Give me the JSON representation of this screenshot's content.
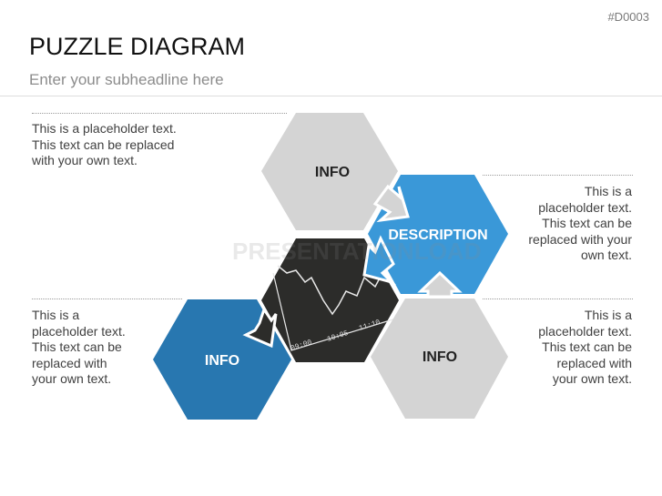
{
  "slide_code": "#D0003",
  "title": "PUZZLE DIAGRAM",
  "subheadline": "Enter your subheadline here",
  "watermark": "PRESENTATIONLOAD",
  "hexes": {
    "top": "INFO",
    "description": "DESCRIPTION",
    "left": "INFO",
    "bottom": "INFO"
  },
  "chart_times": [
    "09:00",
    "10:05",
    "11:10"
  ],
  "texts": {
    "top_left": [
      "This is a placeholder text.",
      "This text can be replaced",
      "with your own text."
    ],
    "top_right": [
      "This is a",
      "placeholder text.",
      "This text can be",
      "replaced with your",
      "own text."
    ],
    "bottom_left": [
      "This is a",
      "placeholder text.",
      "This text can be",
      "replaced with",
      "your own text."
    ],
    "bottom_right": [
      "This is a",
      "placeholder text.",
      "This text can be",
      "replaced with",
      "your own text."
    ]
  },
  "colors": {
    "gray": "#d4d4d4",
    "blue_light": "#3a98d8",
    "blue_dark": "#2877b0"
  }
}
